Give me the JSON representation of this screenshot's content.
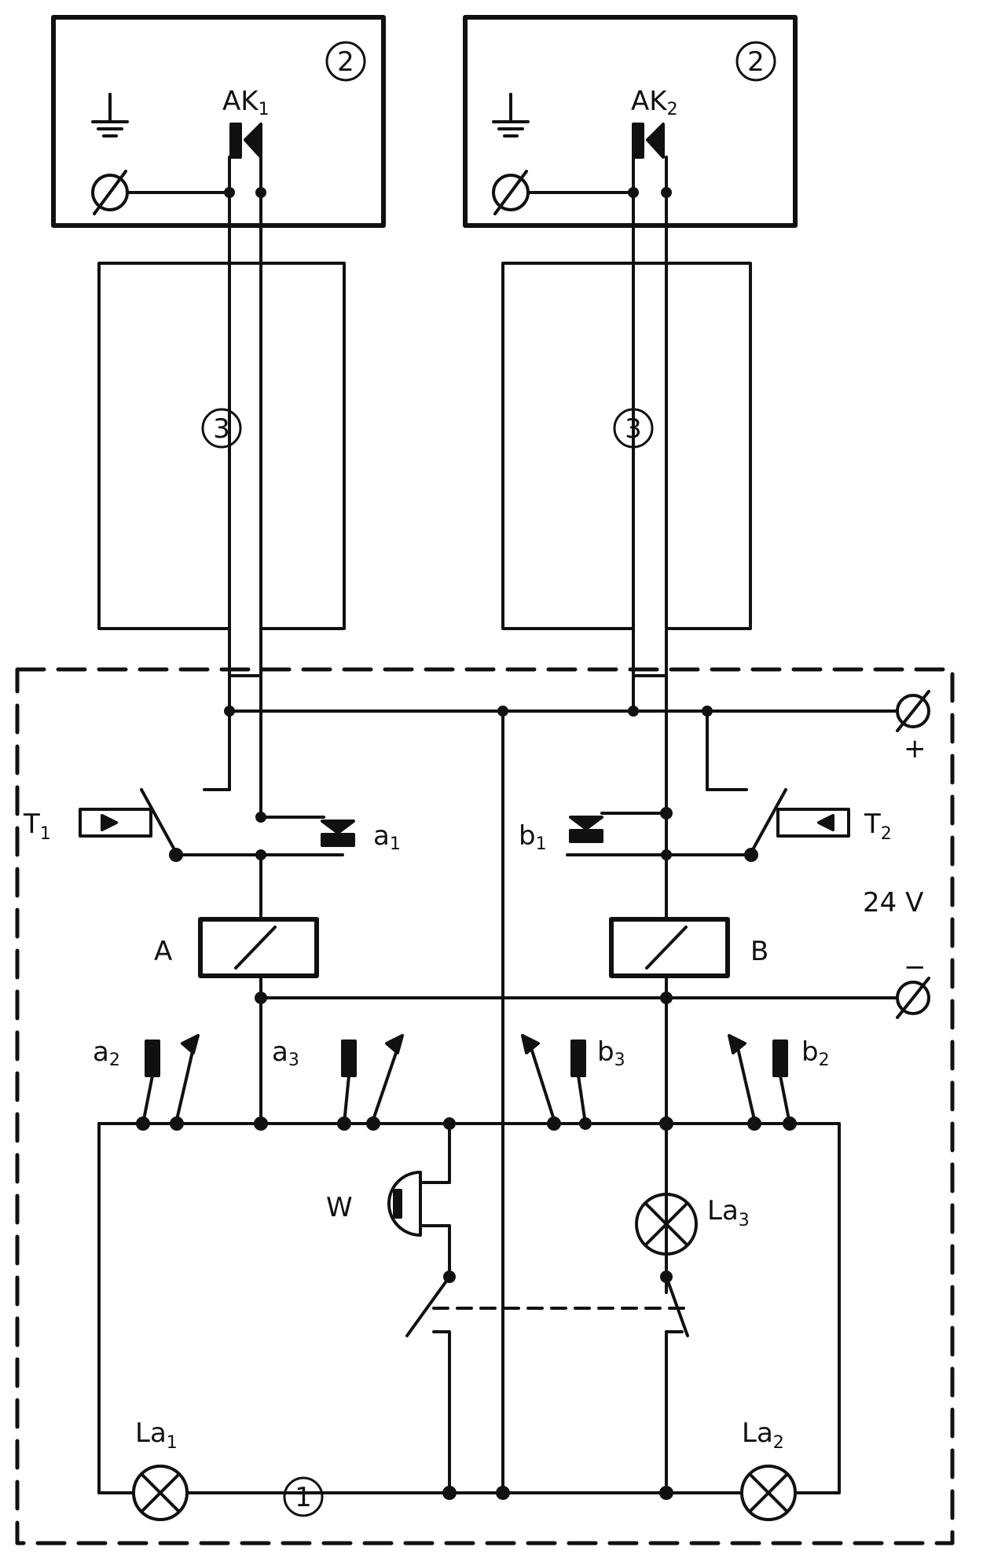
{
  "labels": {
    "module_1": "1",
    "module_2": "2",
    "module_3": "3",
    "contact_ak": "AK",
    "ak1_sub": "1",
    "ak2_sub": "2",
    "pushbutton_t": "T",
    "t1_sub": "1",
    "t2_sub": "2",
    "relay_a": "A",
    "relay_b": "B",
    "contact_a": "a",
    "contact_b": "b",
    "sub_1": "1",
    "sub_2": "2",
    "sub_3": "3",
    "buzzer_w": "W",
    "lamp_la": "La",
    "plus": "+",
    "minus": "−",
    "voltage": "24 V"
  },
  "colors": {
    "ink": "#111111",
    "background": "#ffffff"
  }
}
